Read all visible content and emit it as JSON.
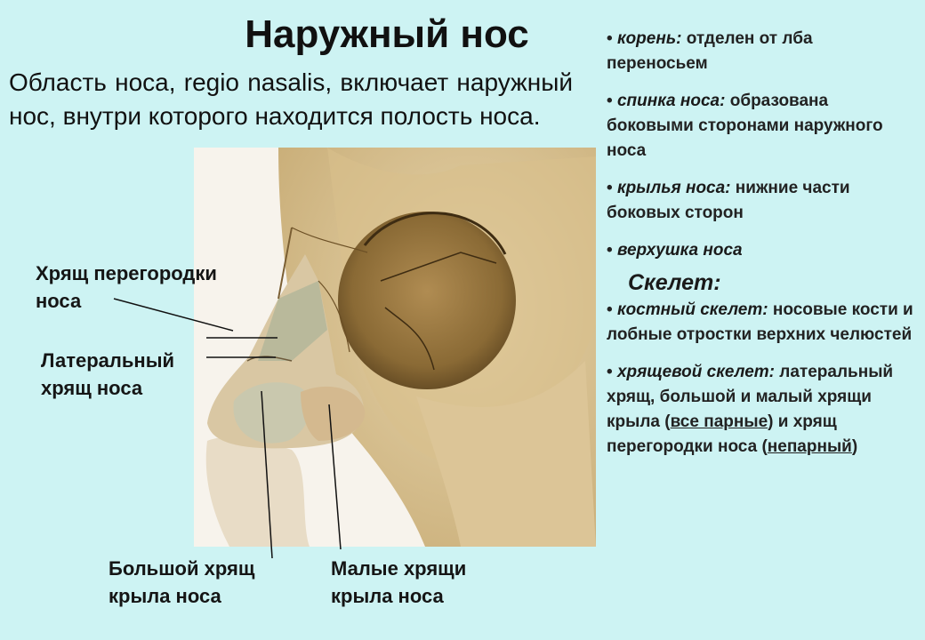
{
  "title": "Наружный нос",
  "intro": "Область носа, regio nasalis, включает наружный нос, внутри которого находится полость носа.",
  "labels": {
    "septum": "Хрящ перегородки носа",
    "lateral": "Латеральный хрящ носа",
    "major_alar": "Большой хрящ крыла носа",
    "minor_alar": "Малые хрящи крыла носа"
  },
  "parts": [
    {
      "key": "корень:",
      "text": "отделен от лба переносьем"
    },
    {
      "key": "спинка носа:",
      "text": "образована боковыми сторонами наружного носа"
    },
    {
      "key": "крылья носа:",
      "text": "нижние части боковых сторон"
    },
    {
      "key": "верхушка носа",
      "text": ""
    }
  ],
  "skeleton": {
    "title": "Скелет:",
    "bony_key": "костный скелет:",
    "bony_text": "носовые кости и лобные отростки верхних челюстей",
    "cart_key": "хрящевой скелет:",
    "cart_text1": "латеральный хрящ, большой и малый хрящи крыла (",
    "cart_paired": "все парные",
    "cart_text2": ") и хрящ перегородки носа (",
    "cart_unpaired": "непарный",
    "cart_text3": ")"
  },
  "bullet": "•",
  "colors": {
    "background": "#cdf3f3",
    "text": "#111111"
  }
}
